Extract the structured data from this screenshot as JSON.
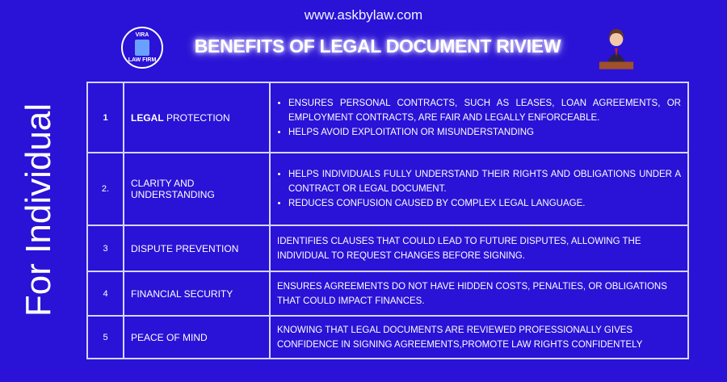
{
  "header": {
    "url": "www.askbylaw.com",
    "title": "BENEFITS OF LEGAL DOCUMENT RIVIEW",
    "logo_text_top": "VIRA",
    "logo_text_bottom": "LAW FIRM"
  },
  "side_label": "For Individual",
  "colors": {
    "background": "#2a12d6",
    "border": "#d8d4ff",
    "text": "#ffffff"
  },
  "rows": [
    {
      "num": "1",
      "name_bold": "LEGAL",
      "name": " PROTECTION",
      "bullets": [
        "ENSURES PERSONAL CONTRACTS, SUCH AS LEASES, LOAN AGREEMENTS, OR EMPLOYMENT CONTRACTS, ARE FAIR AND LEGALLY ENFORCEABLE.",
        "HELPS AVOID EXPLOITATION OR MISUNDERSTANDING"
      ]
    },
    {
      "num": "2.",
      "name": "CLARITY AND UNDERSTANDING",
      "bullets": [
        "HELPS INDIVIDUALS FULLY UNDERSTAND THEIR RIGHTS AND OBLIGATIONS UNDER A CONTRACT OR LEGAL DOCUMENT.",
        "REDUCES CONFUSION CAUSED BY COMPLEX LEGAL LANGUAGE."
      ]
    },
    {
      "num": "3",
      "name": "DISPUTE PREVENTION",
      "text": "IDENTIFIES CLAUSES THAT COULD LEAD TO FUTURE DISPUTES, ALLOWING THE INDIVIDUAL TO REQUEST CHANGES BEFORE SIGNING."
    },
    {
      "num": "4",
      "name": "FINANCIAL SECURITY",
      "text": "ENSURES AGREEMENTS DO NOT HAVE HIDDEN COSTS, PENALTIES, OR OBLIGATIONS THAT COULD IMPACT FINANCES."
    },
    {
      "num": "5",
      "name": "PEACE OF MIND",
      "text": "KNOWING THAT LEGAL DOCUMENTS ARE REVIEWED PROFESSIONALLY GIVES CONFIDENCE IN SIGNING AGREEMENTS,PROMOTE  LAW RIGHTS CONFIDENTELY"
    }
  ]
}
